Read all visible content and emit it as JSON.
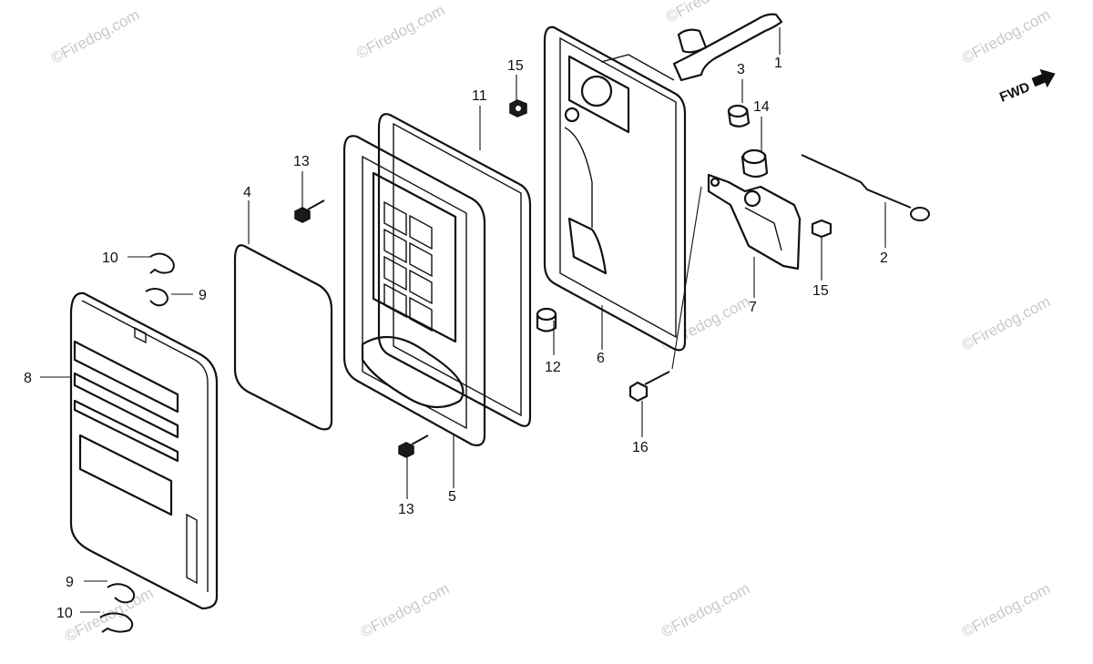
{
  "callouts": {
    "c1": "1",
    "c2": "2",
    "c3": "3",
    "c4": "4",
    "c5": "5",
    "c6": "6",
    "c7": "7",
    "c8": "8",
    "c9a": "9",
    "c9b": "9",
    "c10a": "10",
    "c10b": "10",
    "c11": "11",
    "c12": "12",
    "c13a": "13",
    "c13b": "13",
    "c14": "14",
    "c15a": "15",
    "c15b": "15",
    "c16": "16"
  },
  "direction_label": "FWD",
  "watermark": "©Firedog.com",
  "icons": {
    "direction": "arrow-right-icon"
  }
}
